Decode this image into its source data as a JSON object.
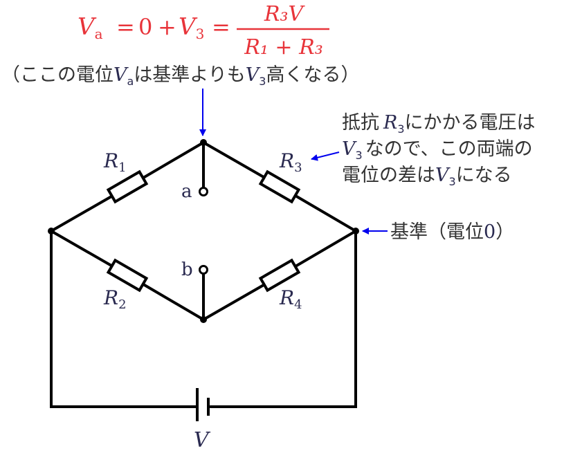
{
  "colors": {
    "formula": "#e8343a",
    "annotation_arrow": "#0000ee",
    "circuit": "#000000",
    "text": "#333333",
    "math_label": "#2a2a50"
  },
  "formula": {
    "lhs": "V",
    "lhs_sub": "a",
    "eq1": "=",
    "zero": "0",
    "plus": "+",
    "v3": "V",
    "v3_sub": "3",
    "eq2": "=",
    "numerator": "R₃V",
    "denominator": "R₁ + R₃"
  },
  "note_top": {
    "pre": "（ここの電位",
    "var": "V",
    "var_sub": "a",
    "mid": "は基準よりも",
    "var2": "V",
    "var2_sub": "3",
    "post": "高くなる）"
  },
  "note_right": {
    "line1_pre": "抵抗",
    "line1_var": "R",
    "line1_sub": "3",
    "line1_post": "にかかる電圧は",
    "line2_var": "V",
    "line2_sub": "3",
    "line2_post": "なので、この両端の",
    "line3_pre": "電位の差は",
    "line3_var": "V",
    "line3_sub": "3",
    "line3_post": "になる"
  },
  "note_reference": {
    "text": "基準（電位",
    "zero": "0",
    "close": "）"
  },
  "resistors": [
    {
      "label": "R",
      "sub": "1"
    },
    {
      "label": "R",
      "sub": "2"
    },
    {
      "label": "R",
      "sub": "3"
    },
    {
      "label": "R",
      "sub": "4"
    }
  ],
  "terminals": {
    "a": "a",
    "b": "b"
  },
  "battery": {
    "label": "V"
  }
}
